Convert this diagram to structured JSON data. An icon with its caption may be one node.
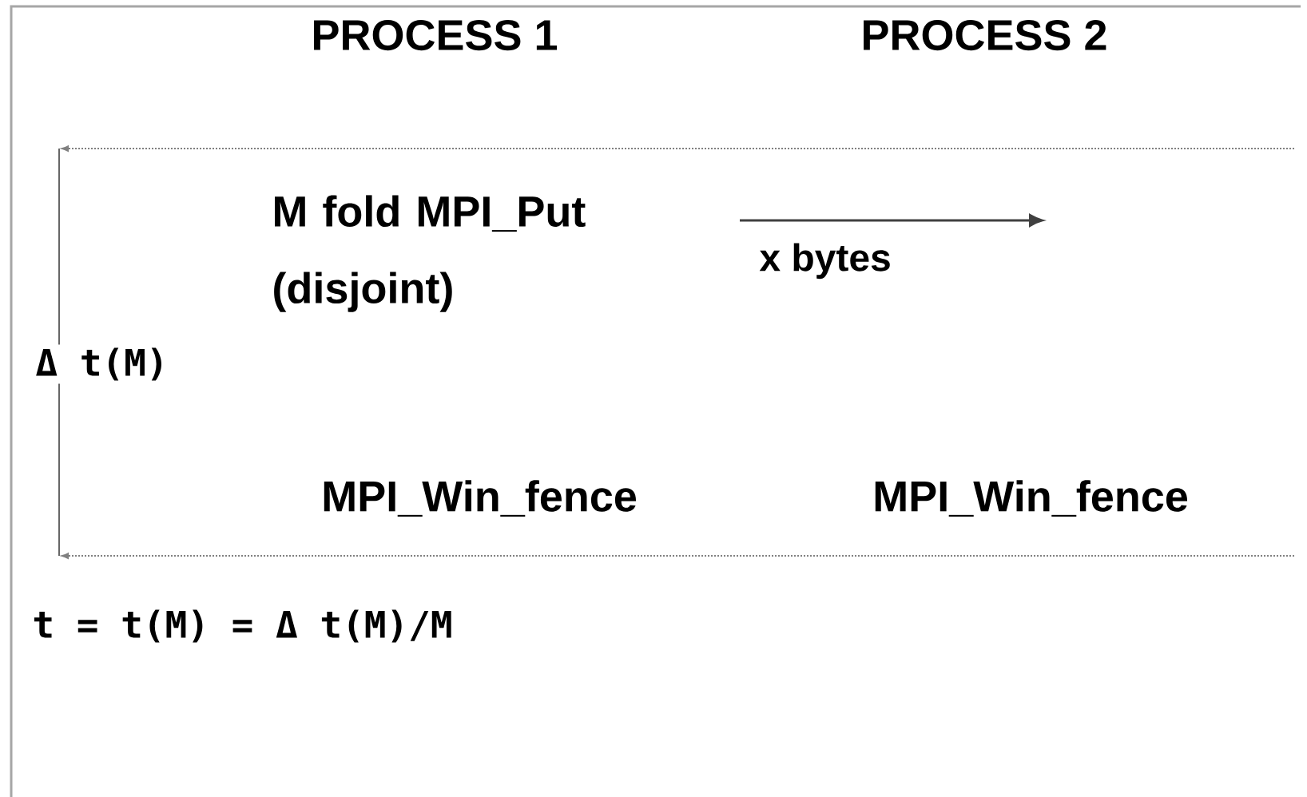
{
  "diagram": {
    "labels": [
      "PROCESS 1",
      "PROCESS 2",
      "M fold MPI_Put (disjoint)",
      "x bytes",
      "Δ t(M)",
      "MPI_Win_fence",
      "MPI_Win_fence",
      "t = t(M) = Δ t(M)/M"
    ]
  }
}
